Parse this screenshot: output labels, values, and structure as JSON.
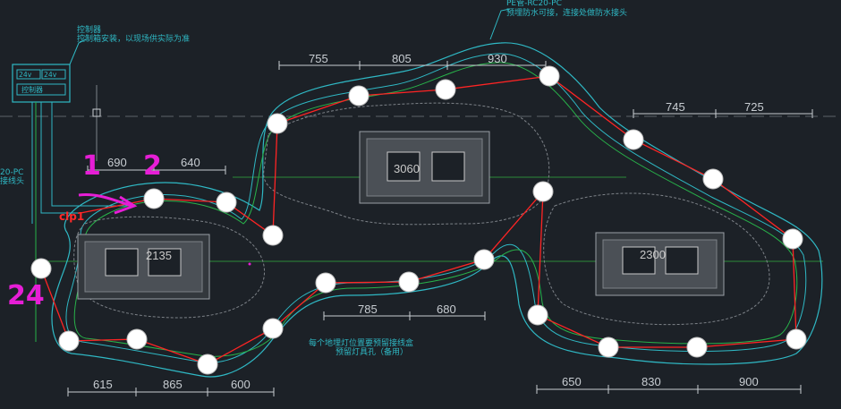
{
  "colors": {
    "background": "#1c2127",
    "wire": "#ff2424",
    "pond_edge": "#2fb8c4",
    "green_line": "#28b34a",
    "grey_line": "#7d8288",
    "dim": "#c8cdd2",
    "annotation": "#e61ed6"
  },
  "annotations": {
    "label_1": "1",
    "label_2": "2",
    "label_24": "24",
    "clip": "clp1"
  },
  "dimensions": {
    "top": [
      "755",
      "805",
      "930"
    ],
    "right_top": [
      "745",
      "725"
    ],
    "left_mid": [
      "690",
      "640"
    ],
    "mid_bottom": [
      "785",
      "680"
    ],
    "bottom_left": [
      "615",
      "865",
      "600"
    ],
    "bottom_right": [
      "650",
      "830",
      "900"
    ]
  },
  "pads": {
    "left": "2135",
    "center": "3060",
    "right": "2300"
  },
  "notes": {
    "top_left_title": "控制器",
    "top_left_body": "控制箱安装，以现场供实际为准",
    "top_right_title": "PE管-RC20-PC",
    "top_right_body": "预埋防水可接，连接处做防水接头",
    "mid_bottom_line1": "每个地埋灯位置要预留接线盒",
    "mid_bottom_line2": "预留灯具孔（备用）",
    "left_edge_1": "20-PC",
    "left_edge_2": "接线头",
    "box_row1_a": "24v",
    "box_row1_b": "24v",
    "box_row2": "控制器"
  }
}
